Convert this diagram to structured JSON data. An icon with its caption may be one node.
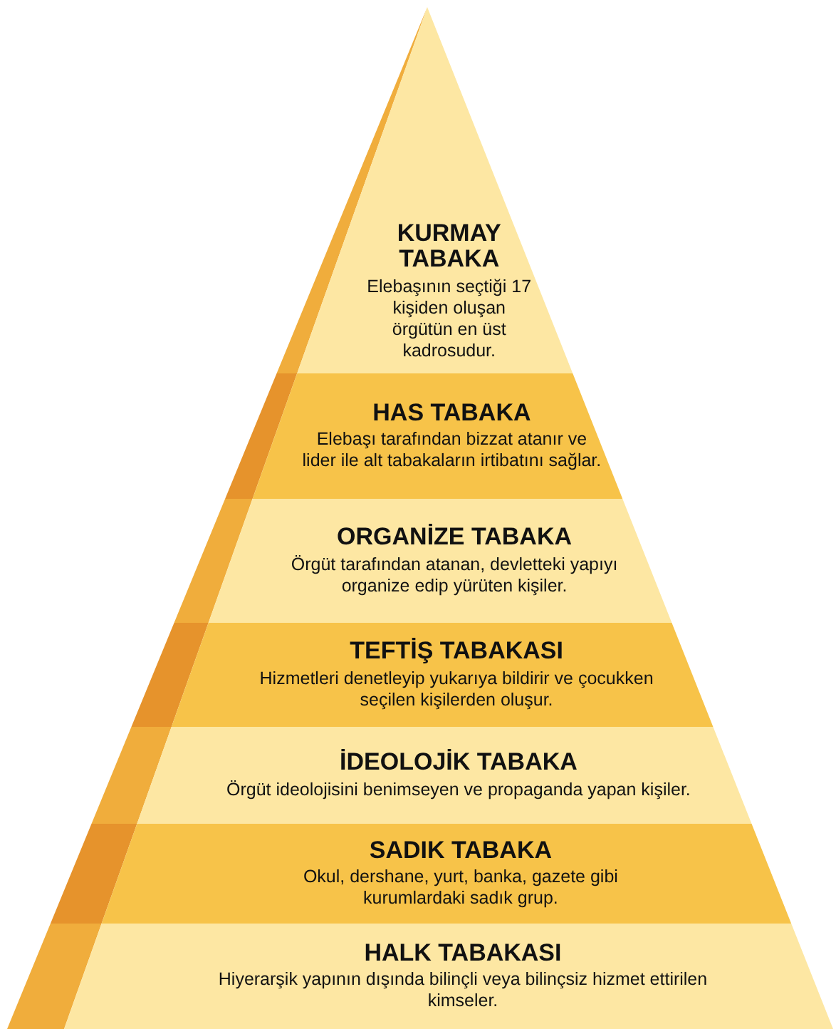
{
  "diagram": {
    "nodes": [
      {
        "text": [
          "KURMAY TABAKA",
          "Elebaşının seçtiği 17 kişiden oluşan örgütün en üst kadrosudur."
        ]
      },
      {
        "text": [
          "HAS TABAKA",
          "Elebaşı tarafından bizzat atanır ve lider ile alt tabakaların irtibatını sağlar."
        ]
      },
      {
        "text": [
          "ORGANİZE TABAKA",
          "Örgüt tarafından atanan, devletteki yapıyı organize edip yürüten kişiler."
        ]
      },
      {
        "text": [
          "TEFTİŞ TABAKASI",
          "Hizmetleri denetleyip yukarıya bildirir ve çocukken seçilen kişilerden oluşur."
        ]
      },
      {
        "text": [
          "İDEOLOJİK TABAKA",
          "Örgüt ideolojisini benimseyen ve propaganda yapan kişiler."
        ]
      },
      {
        "text": [
          "SADIK TABAKA",
          "Okul, dershane, yurt, banka, gazete gibi kurumlardaki sadık grup."
        ]
      },
      {
        "text": [
          "HALK TABAKASI",
          "Hiyerarşik yapının dışında bilinçli veya bilinçsiz hizmet ettirilen kimseler."
        ]
      }
    ]
  }
}
